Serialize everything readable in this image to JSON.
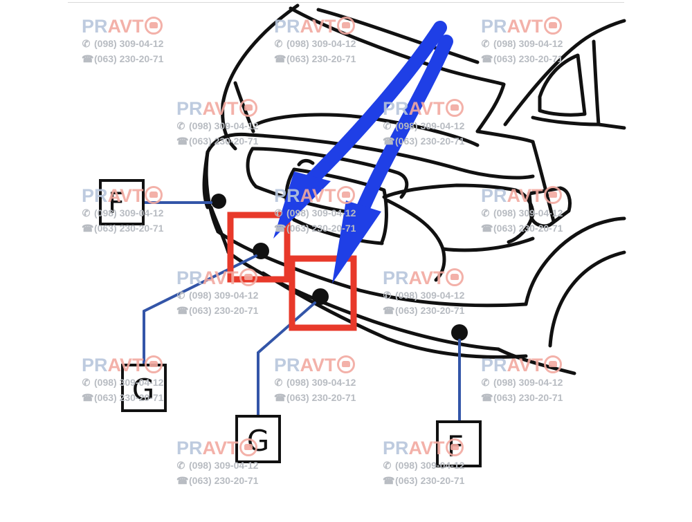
{
  "labels": {
    "f_left": "F",
    "g_left": "G",
    "g_center": "G",
    "f_right": "F"
  },
  "watermark": {
    "brand_prefix": "PR",
    "brand_suffix": "AVT",
    "phone_viber": "(098) 309-04-12",
    "phone_call": "(063) 230-20-71"
  },
  "colors": {
    "highlight_box": "#e8392a",
    "arrow": "#1f3fe6",
    "leader_line": "#3355a8",
    "outline": "#111111"
  }
}
